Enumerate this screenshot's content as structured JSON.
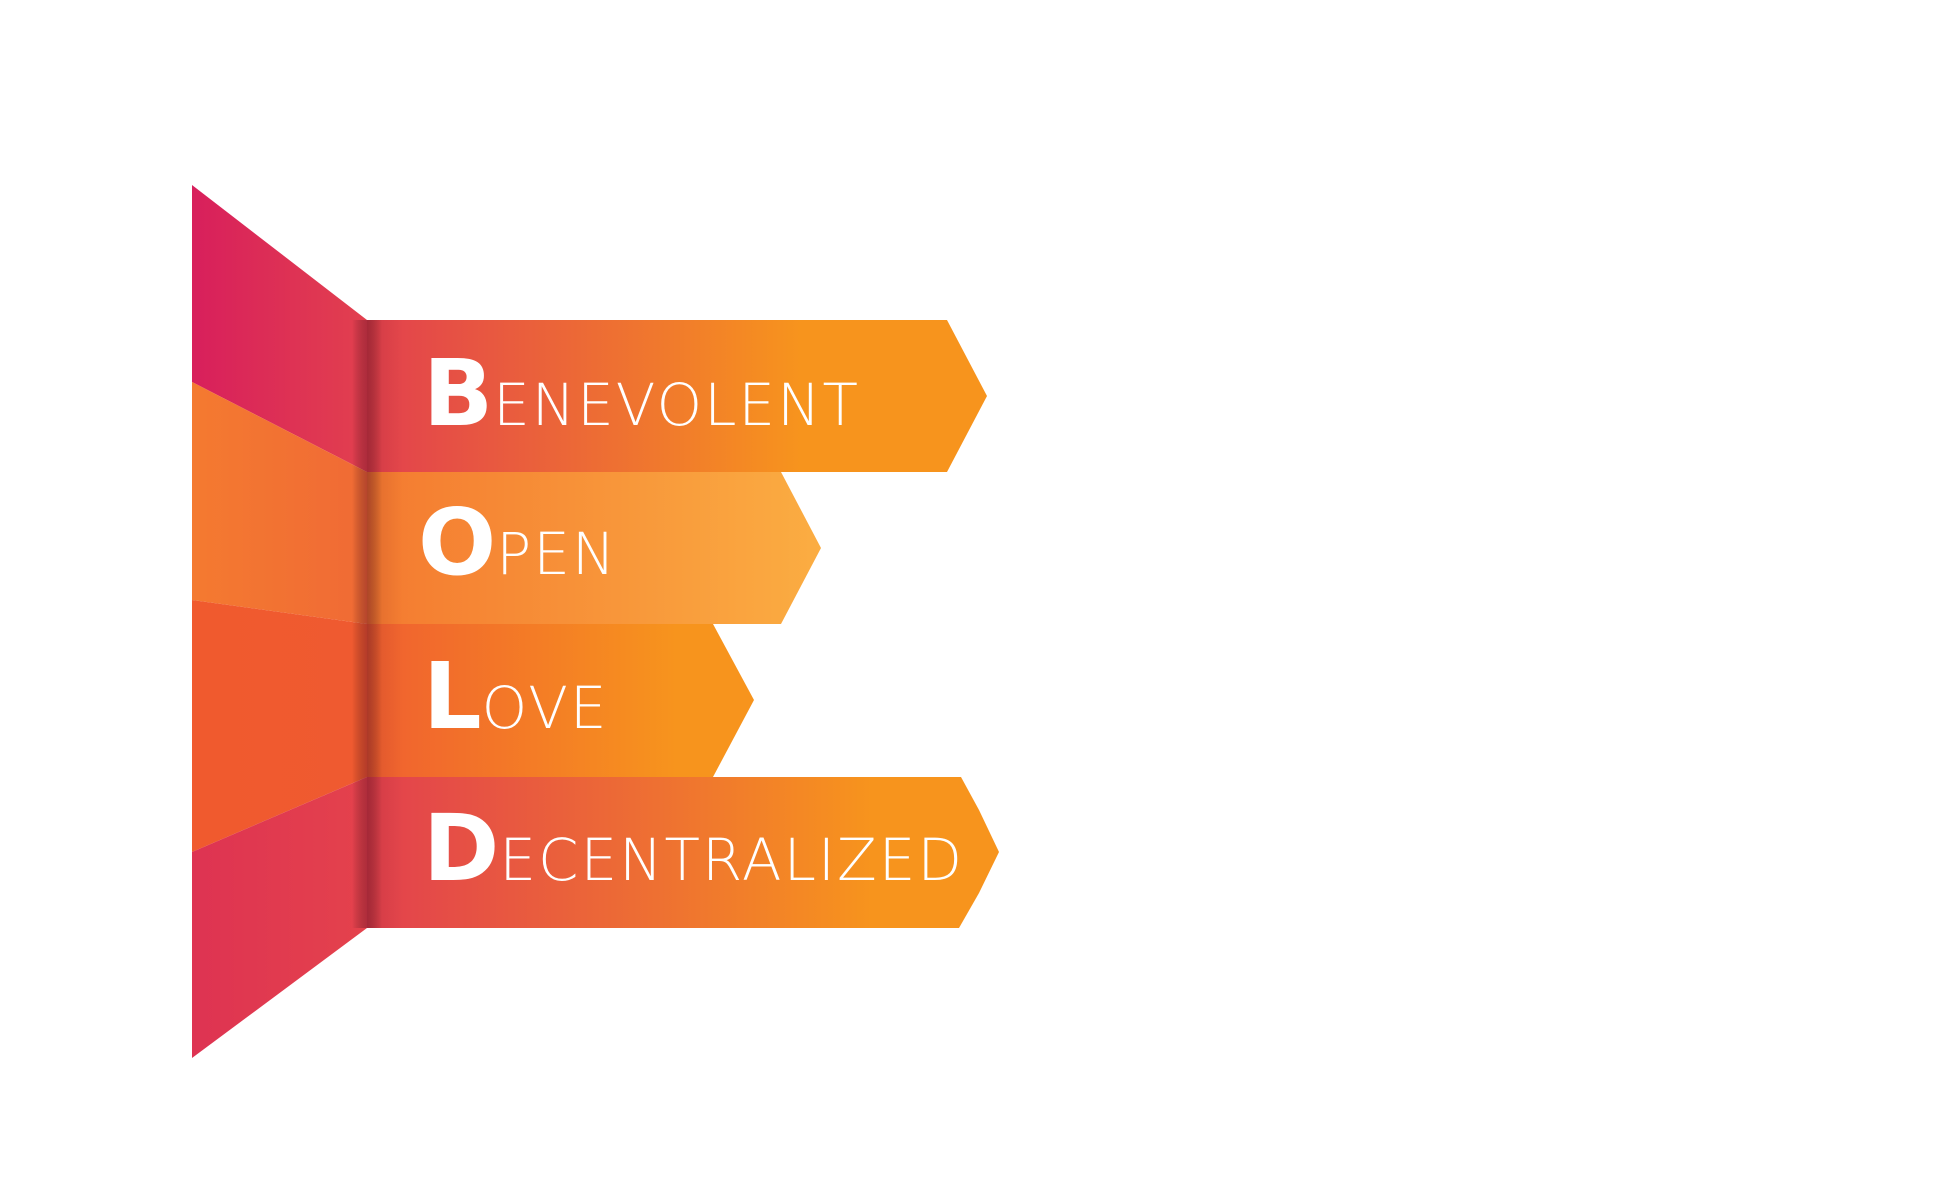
{
  "acronym": {
    "rows": [
      {
        "initial": "B",
        "rest": "ENEVOLENT"
      },
      {
        "initial": "O",
        "rest": "PEN"
      },
      {
        "initial": "L",
        "rest": "OVE"
      },
      {
        "initial": "D",
        "rest": "ECENTRALIZED"
      }
    ]
  },
  "colors": {
    "magenta": "#d81f5c",
    "crimson": "#e2404e",
    "orange_red": "#f05a2e",
    "orange": "#f47a30",
    "amber": "#f7941d",
    "light_amber": "#fbad42",
    "text": "#ffffff"
  }
}
